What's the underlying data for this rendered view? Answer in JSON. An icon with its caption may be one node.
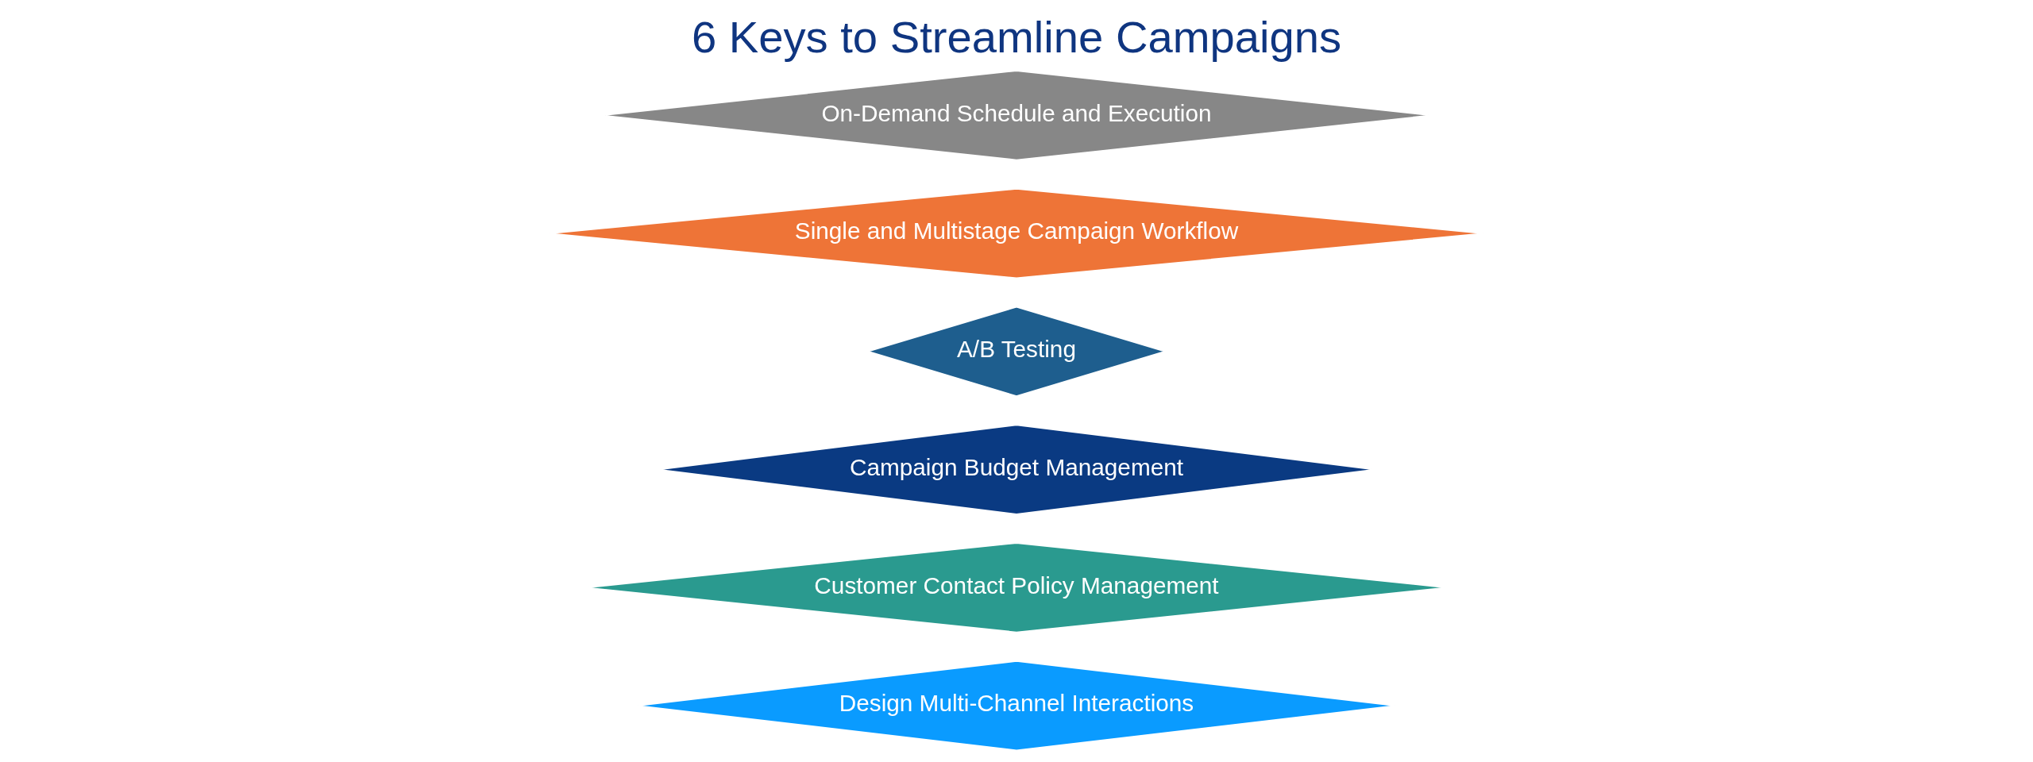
{
  "diagram": {
    "title": "6 Keys to Streamline Campaigns",
    "nodes": [
      {
        "text": [
          "Design Multi-Channel Interactions"
        ]
      },
      {
        "text": [
          "Customer Contact Policy Management"
        ]
      },
      {
        "text": [
          "Campaign Budget Management"
        ]
      },
      {
        "text": [
          "A/B Testing"
        ]
      },
      {
        "text": [
          "Single and Multistage Campaign Workflow"
        ]
      },
      {
        "text": [
          "On-Demand Schedule and Execution"
        ]
      }
    ],
    "edges": []
  }
}
